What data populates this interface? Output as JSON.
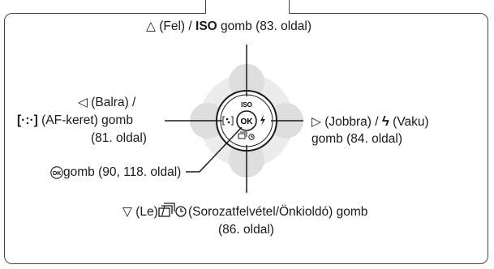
{
  "up": {
    "arrow": "△",
    "text1": " (Fel) /",
    "iso": "ISO",
    "text2": " gomb (83. oldal)"
  },
  "left": {
    "line1_arrow": "◁",
    "line1_text": " (Balra) /",
    "line2_icon": "[·:·]",
    "line2_text": " (AF-keret) gomb",
    "line3": "(81. oldal)"
  },
  "right": {
    "arrow": "▷",
    "text1": " (Jobbra) /",
    "flash": "ϟ",
    "text2": " (Vaku)",
    "line2": "gomb (84. oldal)"
  },
  "ok": {
    "icon": "OK",
    "text": " gomb (90, 118. oldal)"
  },
  "down": {
    "arrow": "▽",
    "text1": " (Le) /",
    "text2": " (Sorozatfelvétel/Önkioldó) gomb",
    "line2": "(86. oldal)"
  },
  "pad": {
    "iso": "ISO",
    "ok": "OK"
  },
  "colors": {
    "line": "#1a1a1a",
    "pad_fill": "#dedede",
    "border": "#444444"
  }
}
